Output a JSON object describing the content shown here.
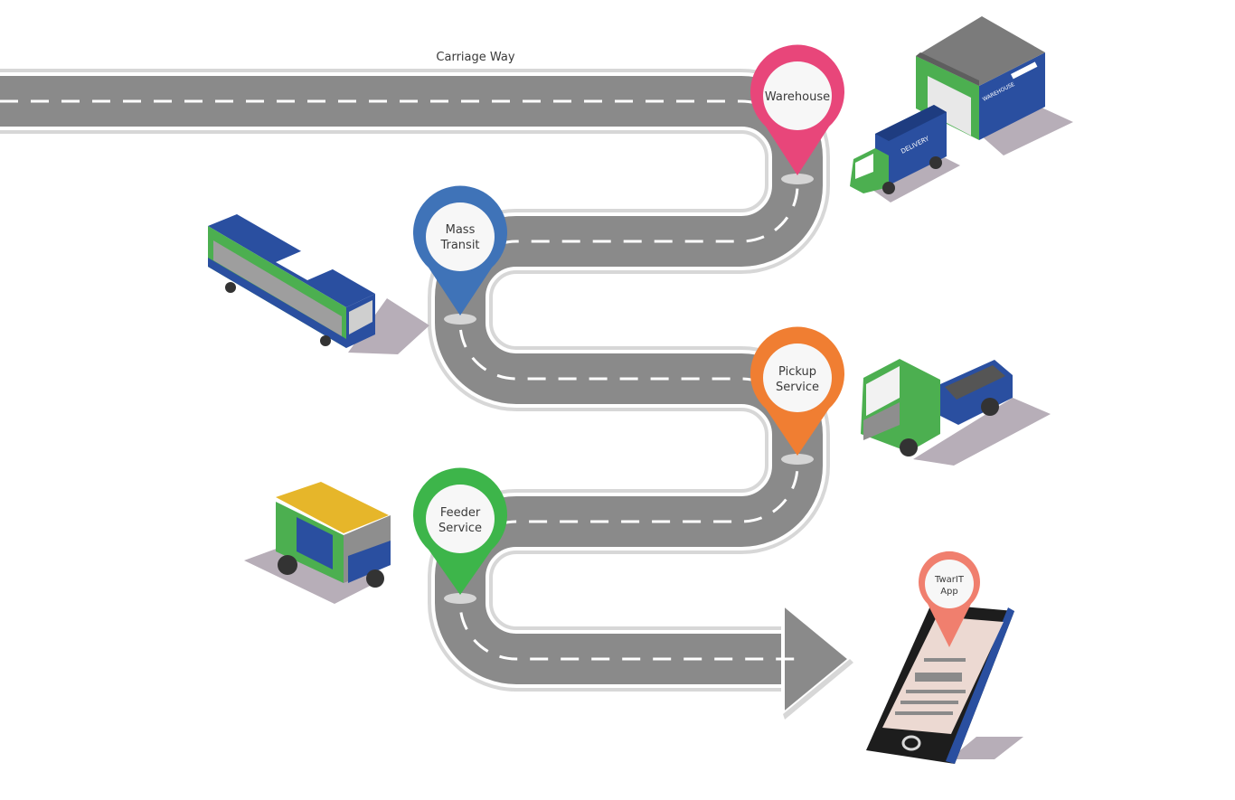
{
  "road": {
    "title": "Carriage Way"
  },
  "pins": {
    "warehouse": {
      "lines": [
        "Warehouse"
      ],
      "color": "#e8467a"
    },
    "mass_transit": {
      "lines": [
        "Mass",
        "Transit"
      ],
      "color": "#3f73b8"
    },
    "pickup": {
      "lines": [
        "Pickup",
        "Service"
      ],
      "color": "#f07e32"
    },
    "feeder": {
      "lines": [
        "Feeder",
        "Service"
      ],
      "color": "#3db54a"
    },
    "app": {
      "lines": [
        "TwarIT",
        "App"
      ],
      "color": "#f07f6e"
    }
  },
  "vehicles": {
    "truck_text": "DELIVERY",
    "warehouse_sign": "WAREHOUSE"
  },
  "colors": {
    "road": "#8a8a8a",
    "road_edge": "#d9d9d9",
    "lane": "#ffffff",
    "shadow": "#b7aeb8",
    "green": "#4caf50",
    "blue": "#2a4fa0",
    "yellow": "#e6b62a"
  }
}
